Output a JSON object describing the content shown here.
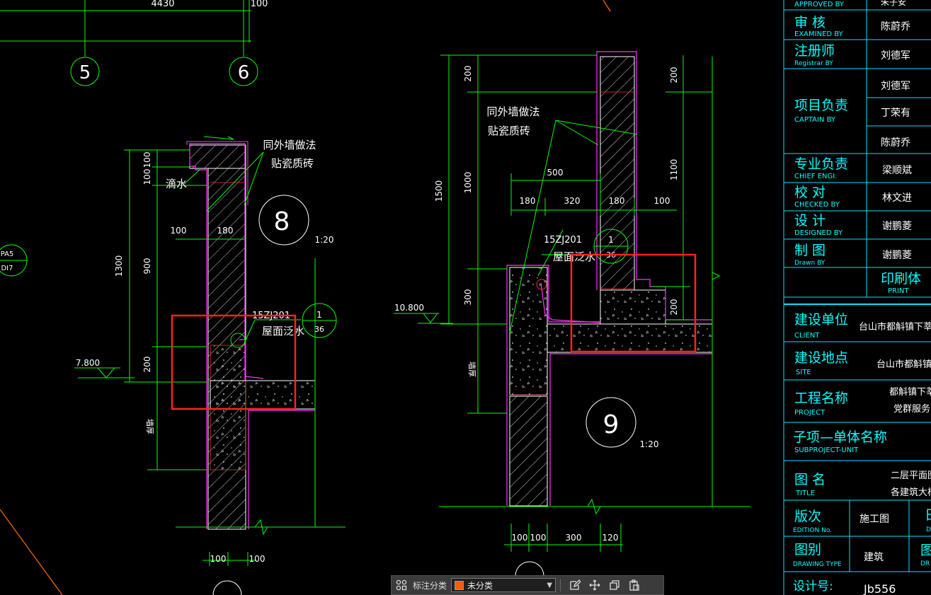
{
  "colors": {
    "background": "#000000",
    "dimension": "#00ff00",
    "outline": "#ff33ff",
    "section": "#ffffff",
    "break_line": "#ff3333",
    "highlight": "#ff2222",
    "titleblock_line": "#00e5ff",
    "titleblock_text": "#00ffff",
    "toolbar_swatch": "#ff5a00"
  },
  "grid": {
    "top_dim": "4430",
    "top_dim_right": "100",
    "axis_left": "5",
    "axis_right": "6"
  },
  "detail8": {
    "number": "8",
    "scale": "1:20",
    "note_line1": "同外墙做法",
    "note_line2": "贴瓷质砖",
    "drip_label": "滴水",
    "ref_code": "15ZJ201",
    "ref_text": "屋面泛水",
    "ref_top": "1",
    "ref_bottom": "36",
    "level": "7.800",
    "dims": {
      "d100a": "100",
      "d100b": "100",
      "d900": "900",
      "d200": "200",
      "d1300": "1300",
      "d100c": "100",
      "d180": "180",
      "b100a": "100",
      "b100b": "100"
    },
    "side_label": "墙厚",
    "pa_label": "PA5",
    "di_label": "DI7"
  },
  "detail9": {
    "number": "9",
    "scale": "1:20",
    "note_line1": "同外墙做法",
    "note_line2": "贴瓷质砖",
    "ref_code": "15ZJ201",
    "ref_text": "屋面泛水",
    "ref_top": "1",
    "ref_bottom": "36",
    "level": "10.800",
    "dims": {
      "d200top": "200",
      "d1000": "1000",
      "d300": "300",
      "d1500": "1500",
      "r200": "200",
      "r1100": "1100",
      "r200b": "200",
      "h500": "500",
      "h180a": "180",
      "h320": "320",
      "h180b": "180",
      "h100": "100",
      "b100a": "100",
      "b100b": "100",
      "b300": "300",
      "b120": "120"
    },
    "side_label": "墙厚"
  },
  "title_block": {
    "approved": "APPROVED BY",
    "approved_name": "朱子安",
    "examined_cn": "审 核",
    "examined_en": "EXAMINED BY",
    "examined_name": "陈蔚乔",
    "registrar_cn": "注册师",
    "registrar_en": "Registrar BY",
    "registrar_name": "刘德军",
    "captain_cn": "项目负责",
    "captain_en": "CAPTAIN BY",
    "captain_names": [
      "刘德军",
      "丁荣有",
      "陈蔚乔"
    ],
    "chief_cn": "专业负责",
    "chief_en": "CHIEF ENGI.",
    "chief_name": "梁顺斌",
    "checked_cn": "校 对",
    "checked_en": "CHECKED BY",
    "checked_name": "林文进",
    "designed_cn": "设 计",
    "designed_en": "DESIGNED BY",
    "designed_name": "谢鹏菱",
    "drawn_cn": "制 图",
    "drawn_en": "Drawn BY",
    "drawn_name": "谢鹏菱",
    "print_cn": "印刷体",
    "print_en": "PRINT",
    "client_cn": "建设单位",
    "client_en": "CLIENT",
    "client_value": "台山市都斛镇下莘村村",
    "site_cn": "建设地点",
    "site_en": "SITE",
    "site_value": "台山市都斛镇下莘",
    "project_cn": "工程名称",
    "project_en": "PROJECT",
    "project_value1": "都斛镇下莘村",
    "project_value2": "党群服务中",
    "subproject_cn": "子项—单体名称",
    "subproject_en": "SUBPROJECT-UNIT",
    "title_cn": "图 名",
    "title_en": "TITLE",
    "title_value1": "二层平面图",
    "title_value2": "各建筑大样",
    "edition_cn": "版次",
    "edition_en": "EDITION No.",
    "edition_value": "施工图",
    "edition_right": "日",
    "edition_right_en": "D",
    "type_cn": "图别",
    "type_en": "DRAWING TYPE",
    "type_value": "建筑",
    "type_right": "图",
    "type_right_en": "DR",
    "design_no_cn": "设计号:",
    "design_no_value": "Jb556"
  },
  "toolbar": {
    "grid_icon": "grid-icon",
    "label": "标注分类",
    "selected": "未分类",
    "swatch_color": "#ff5a00",
    "icons": [
      "edit-icon",
      "move-icon",
      "copy-icon",
      "paste-icon"
    ]
  }
}
